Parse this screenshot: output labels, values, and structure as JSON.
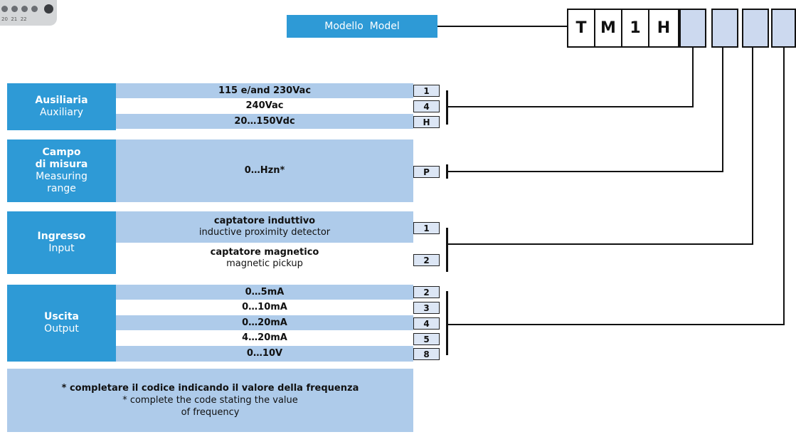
{
  "model": {
    "label": "Modello  Model",
    "letters": [
      "T",
      "M",
      "1",
      "H"
    ],
    "blank_count": 4
  },
  "thumbnail": {
    "digits": "20  21  22"
  },
  "sections": {
    "auxiliary": {
      "label_it": "Ausiliaria",
      "label_en": "Auxiliary",
      "options": [
        {
          "text": "115 e/and 230Vac",
          "code": "1"
        },
        {
          "text": "240Vac",
          "code": "4"
        },
        {
          "text": "20…150Vdc",
          "code": "H"
        }
      ]
    },
    "range": {
      "label_it_1": "Campo",
      "label_it_2": "di misura",
      "label_en_1": "Measuring",
      "label_en_2": "range",
      "options": [
        {
          "text": "0…Hzn*",
          "code": "P"
        }
      ]
    },
    "input": {
      "label_it": "Ingresso",
      "label_en": "Input",
      "options": [
        {
          "text_it": "captatore induttivo",
          "text_en": "inductive proximity detector",
          "code": "1"
        },
        {
          "text_it": "captatore magnetico",
          "text_en": "magnetic pickup",
          "code": "2"
        }
      ]
    },
    "output": {
      "label_it": "Uscita",
      "label_en": "Output",
      "options": [
        {
          "text": "0…5mA",
          "code": "2"
        },
        {
          "text": "0…10mA",
          "code": "3"
        },
        {
          "text": "0…20mA",
          "code": "4"
        },
        {
          "text": "4…20mA",
          "code": "5"
        },
        {
          "text": "0…10V",
          "code": "8"
        }
      ]
    }
  },
  "note": {
    "line1": "* completare il codice indicando il valore della frequenza",
    "line2": "* complete the code stating the value",
    "line3": "of frequency"
  },
  "colors": {
    "label_blue": "#2e9ad6",
    "row_light_blue": "#aecbea",
    "code_box": "#dce6f5",
    "model_blank": "#ccd9ef"
  }
}
